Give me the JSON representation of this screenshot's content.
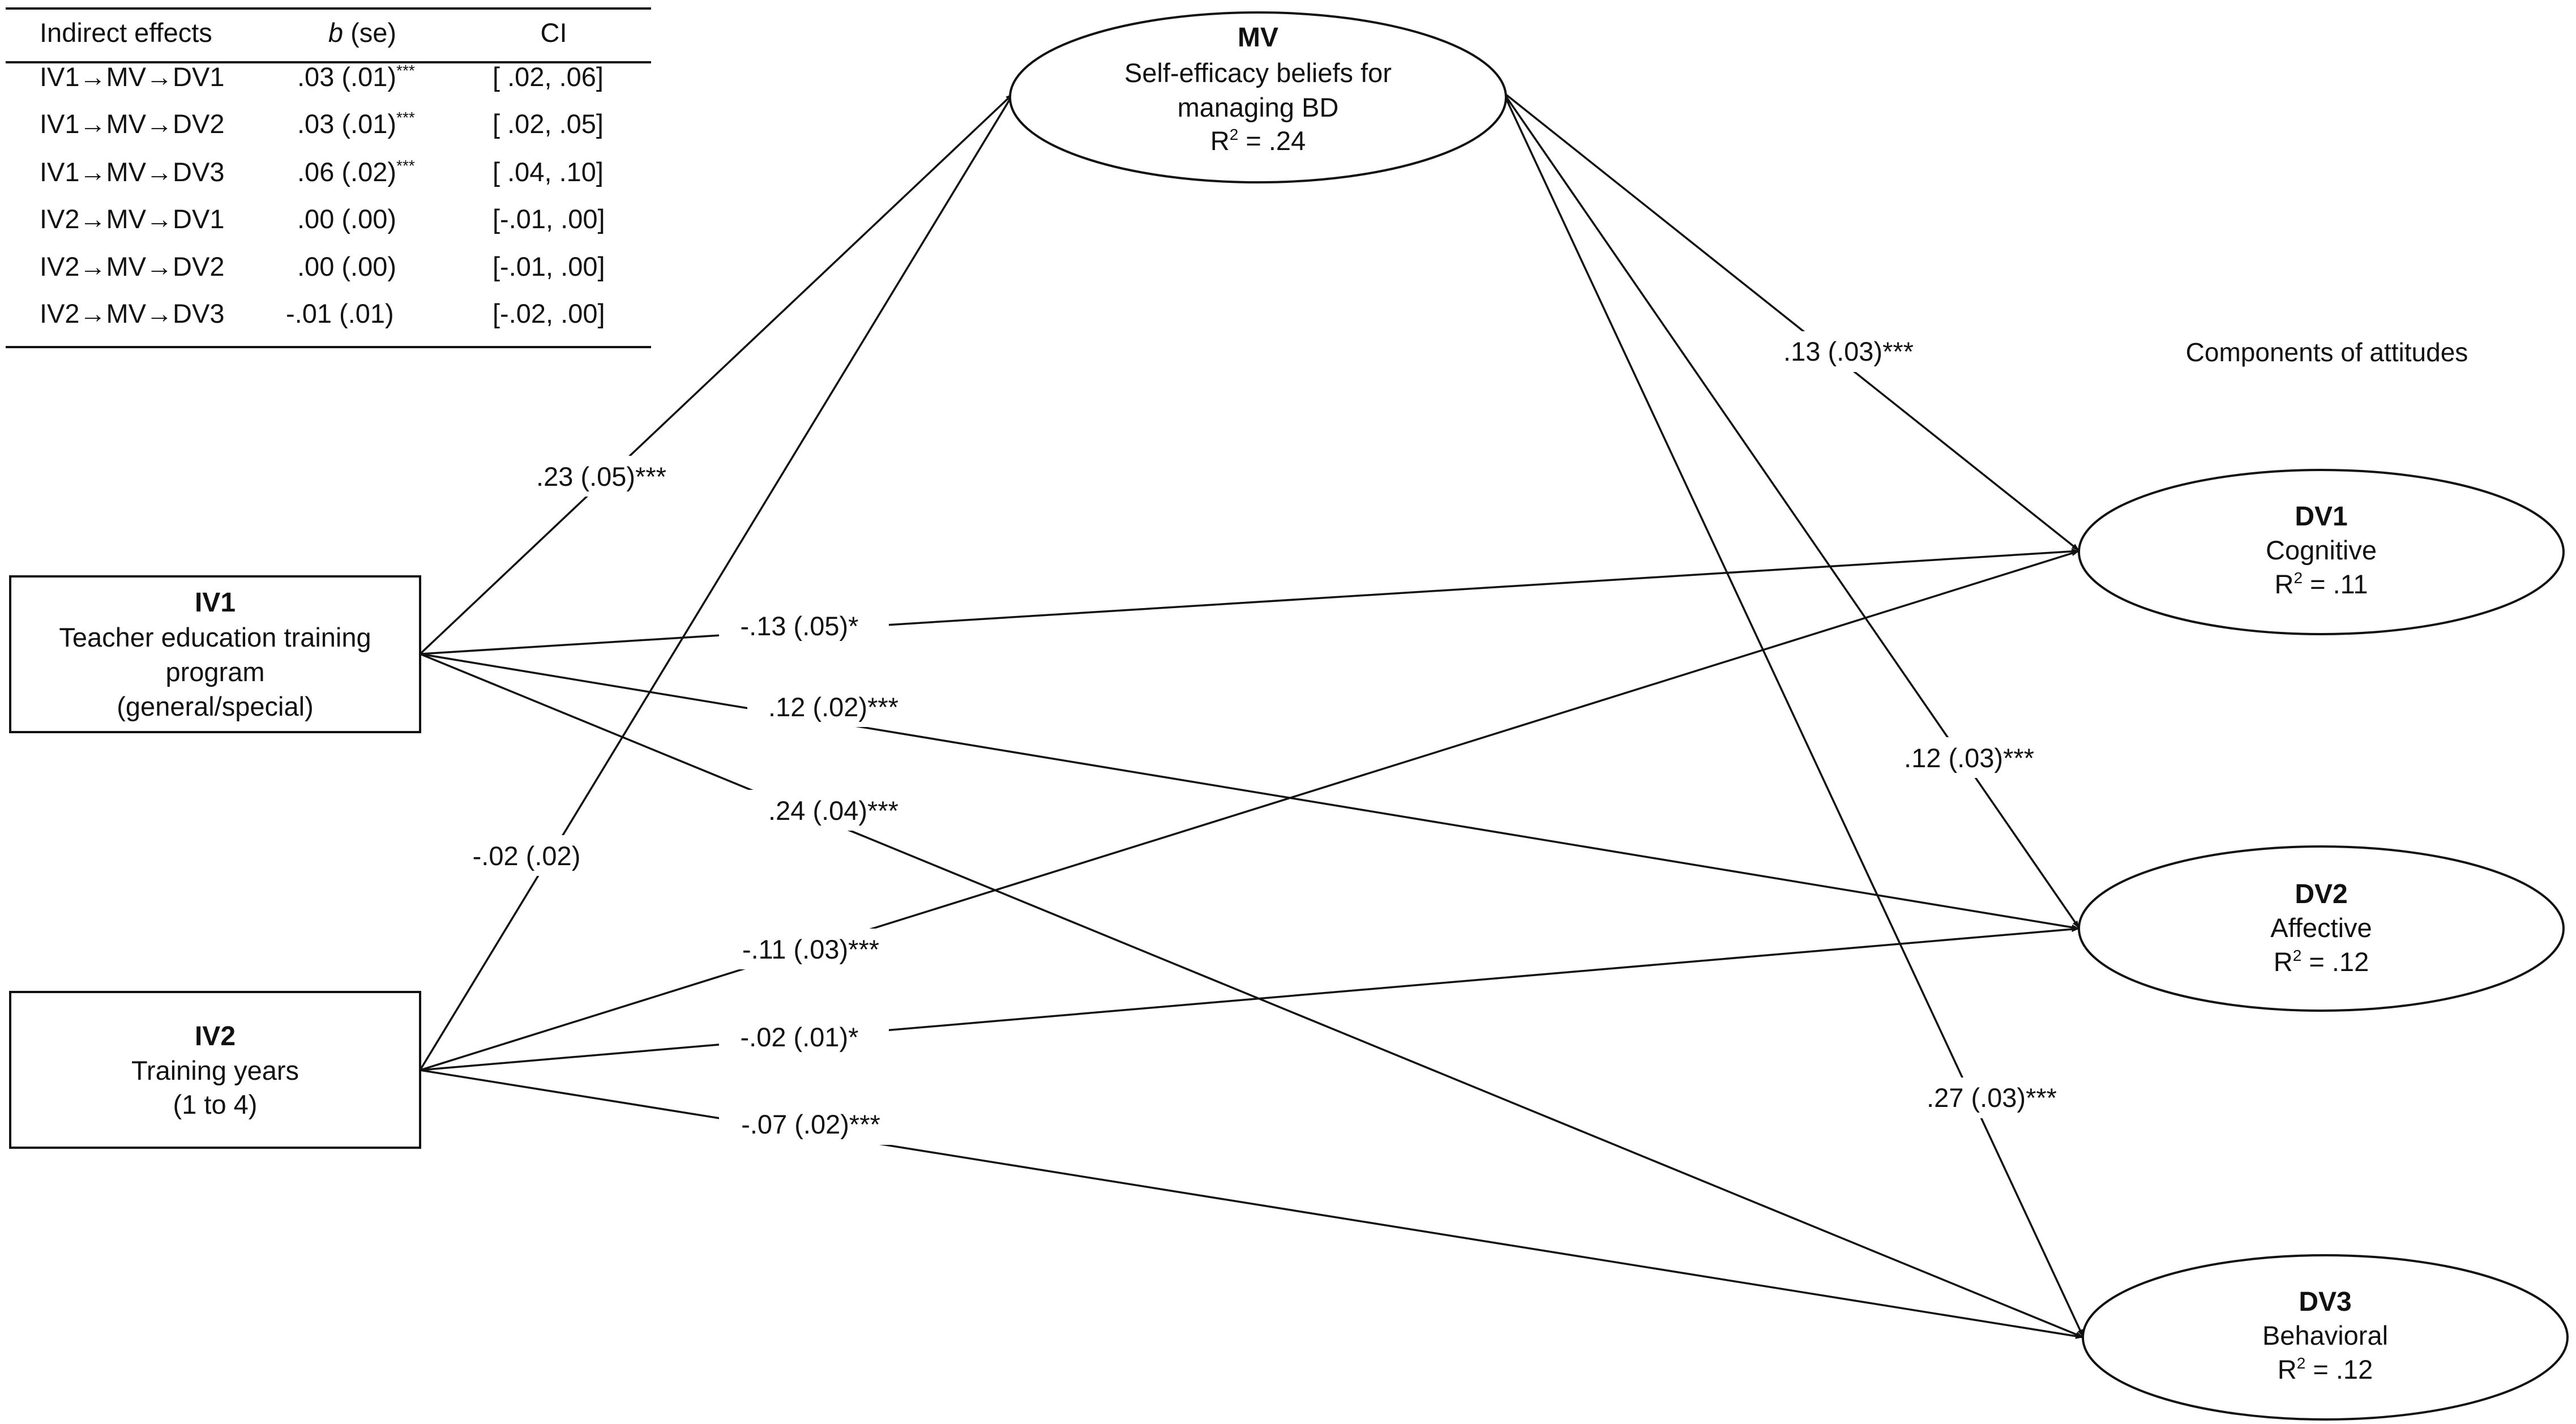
{
  "indirect_table": {
    "headers": {
      "effect": "Indirect effects",
      "b_italic": "b",
      "b_rest": " (se)",
      "ci": "CI"
    },
    "rows": [
      {
        "path": "IV1→MV→DV1",
        "b": ".03 (.01)",
        "sig": "***",
        "ci": "[ .02, .06]"
      },
      {
        "path": "IV1→MV→DV2",
        "b": ".03 (.01)",
        "sig": "***",
        "ci": "[ .02, .05]"
      },
      {
        "path": "IV1→MV→DV3",
        "b": ".06 (.02)",
        "sig": "***",
        "ci": "[ .04, .10]"
      },
      {
        "path": "IV2→MV→DV1",
        "b": ".00 (.00)",
        "sig": "",
        "ci": "[-.01, .00]"
      },
      {
        "path": "IV2→MV→DV2",
        "b": ".00 (.00)",
        "sig": "",
        "ci": "[-.01, .00]"
      },
      {
        "path": "IV2→MV→DV3",
        "b": "-.01 (.01)",
        "sig": "",
        "ci": "[-.02, .00]"
      }
    ]
  },
  "nodes": {
    "mv": {
      "title": "MV",
      "line1": "Self-efficacy beliefs for",
      "line2": "managing BD",
      "r2_prefix": "R",
      "r2_sup": "2",
      "r2_value": " = .24"
    },
    "iv1": {
      "title": "IV1",
      "line1": "Teacher education training",
      "line2": "program",
      "line3": "(general/special)"
    },
    "iv2": {
      "title": "IV2",
      "line1": "Training years",
      "line2": "(1 to 4)"
    },
    "dv1": {
      "title": "DV1",
      "line1": "Cognitive",
      "r2_prefix": "R",
      "r2_sup": "2",
      "r2_value": " = .11"
    },
    "dv2": {
      "title": "DV2",
      "line1": "Affective",
      "r2_prefix": "R",
      "r2_sup": "2",
      "r2_value": " = .12"
    },
    "dv3": {
      "title": "DV3",
      "line1": "Behavioral",
      "r2_prefix": "R",
      "r2_sup": "2",
      "r2_value": " = .12"
    }
  },
  "components_label": "Components of attitudes",
  "paths": {
    "iv1_mv": ".23 (.05)***",
    "iv2_mv": "-.02 (.02)",
    "iv1_dv1": "-.13 (.05)*",
    "iv1_dv2": ".12 (.02)***",
    "iv1_dv3": ".24 (.04)***",
    "iv2_dv1": "-.11 (.03)***",
    "iv2_dv2": "-.02 (.01)*",
    "iv2_dv3": "-.07 (.02)***",
    "mv_dv1": ".13 (.03)***",
    "mv_dv2": ".12 (.03)***",
    "mv_dv3": ".27 (.03)***"
  },
  "colors": {
    "ink": "#111111",
    "background": "#ffffff"
  }
}
